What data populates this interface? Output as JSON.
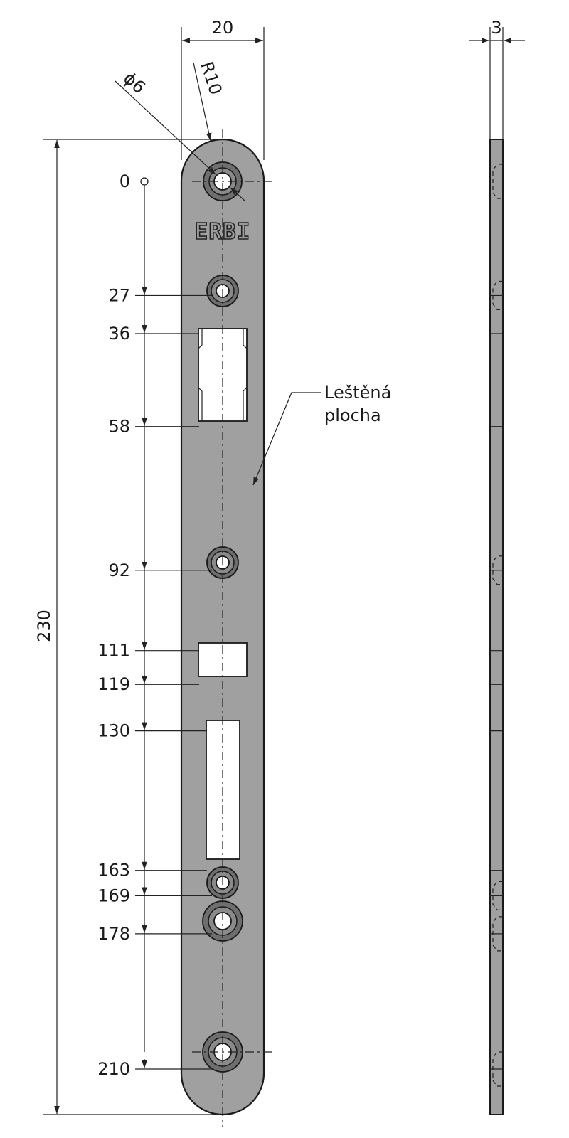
{
  "colors": {
    "plate_fill": "#a0a0a0",
    "plate_stroke": "#1a1a1a",
    "line": "#222222",
    "background": "#ffffff"
  },
  "dimensions": {
    "width": "20",
    "thickness": "3",
    "total_length": "230",
    "hole_diameter": "ϕ6",
    "radius": "R10"
  },
  "logo": "ERBI",
  "note_line1": "Leštěná",
  "note_line2": "plocha",
  "stations": [
    {
      "label": "0",
      "value": 0,
      "feature": "hole-large"
    },
    {
      "label": "27",
      "value": 27,
      "feature": "hole-small"
    },
    {
      "label": "36",
      "value": 36,
      "feature": "latch-opening-top"
    },
    {
      "label": "58",
      "value": 58,
      "feature": "latch-opening-bottom"
    },
    {
      "label": "92",
      "value": 92,
      "feature": "hole-small"
    },
    {
      "label": "111",
      "value": 111,
      "feature": "square-opening-top"
    },
    {
      "label": "119",
      "value": 119,
      "feature": "square-opening-bottom"
    },
    {
      "label": "130",
      "value": 130,
      "feature": "bolt-opening-top"
    },
    {
      "label": "163",
      "value": 163,
      "feature": "bolt-opening-bottom"
    },
    {
      "label": "169",
      "value": 169,
      "feature": "hole-small"
    },
    {
      "label": "178",
      "value": 178,
      "feature": "hole-large"
    },
    {
      "label": "210",
      "value": 210,
      "feature": "hole-large"
    }
  ]
}
